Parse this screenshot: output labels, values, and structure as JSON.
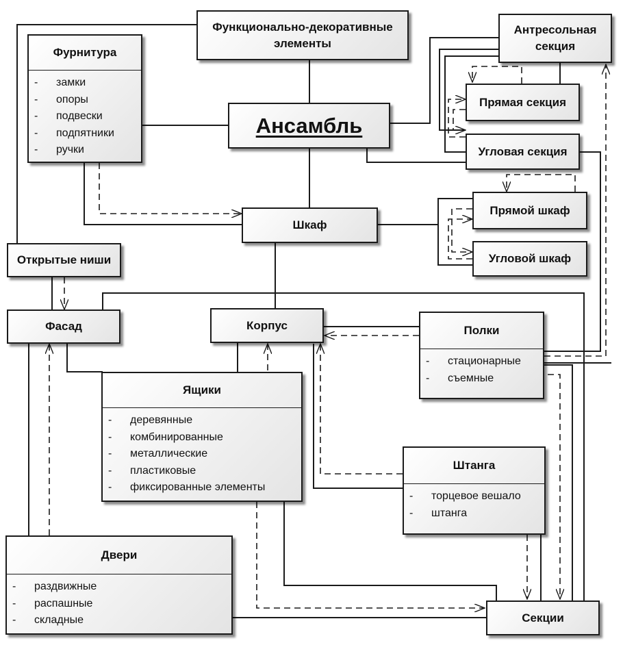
{
  "nodes": {
    "ensemble": "Ансамбль",
    "functional_decor": "Функционально-декоративные элементы",
    "furnitura": {
      "title": "Фурнитура",
      "items": [
        "замки",
        "опоры",
        "подвески",
        "подпятники",
        "ручки"
      ]
    },
    "mezzanine": "Антресольная секция",
    "straight_section": "Прямая секция",
    "corner_section": "Угловая секция",
    "straight_cabinet": "Прямой шкаф",
    "corner_cabinet": "Угловой шкаф",
    "cabinet": "Шкаф",
    "open_niches": "Открытые ниши",
    "facade": "Фасад",
    "body": "Корпус",
    "shelves": {
      "title": "Полки",
      "items": [
        "стационарные",
        "съемные"
      ]
    },
    "drawers": {
      "title": "Ящики",
      "items": [
        "деревянные",
        "комбинированные",
        "металлические",
        "пластиковые",
        "фиксированные элементы"
      ]
    },
    "rod": {
      "title": "Штанга",
      "items": [
        "торцевое вешало",
        "штанга"
      ]
    },
    "doors": {
      "title": "Двери",
      "items": [
        "раздвижные",
        "распашные",
        "складные"
      ]
    },
    "sections": "Секции"
  }
}
